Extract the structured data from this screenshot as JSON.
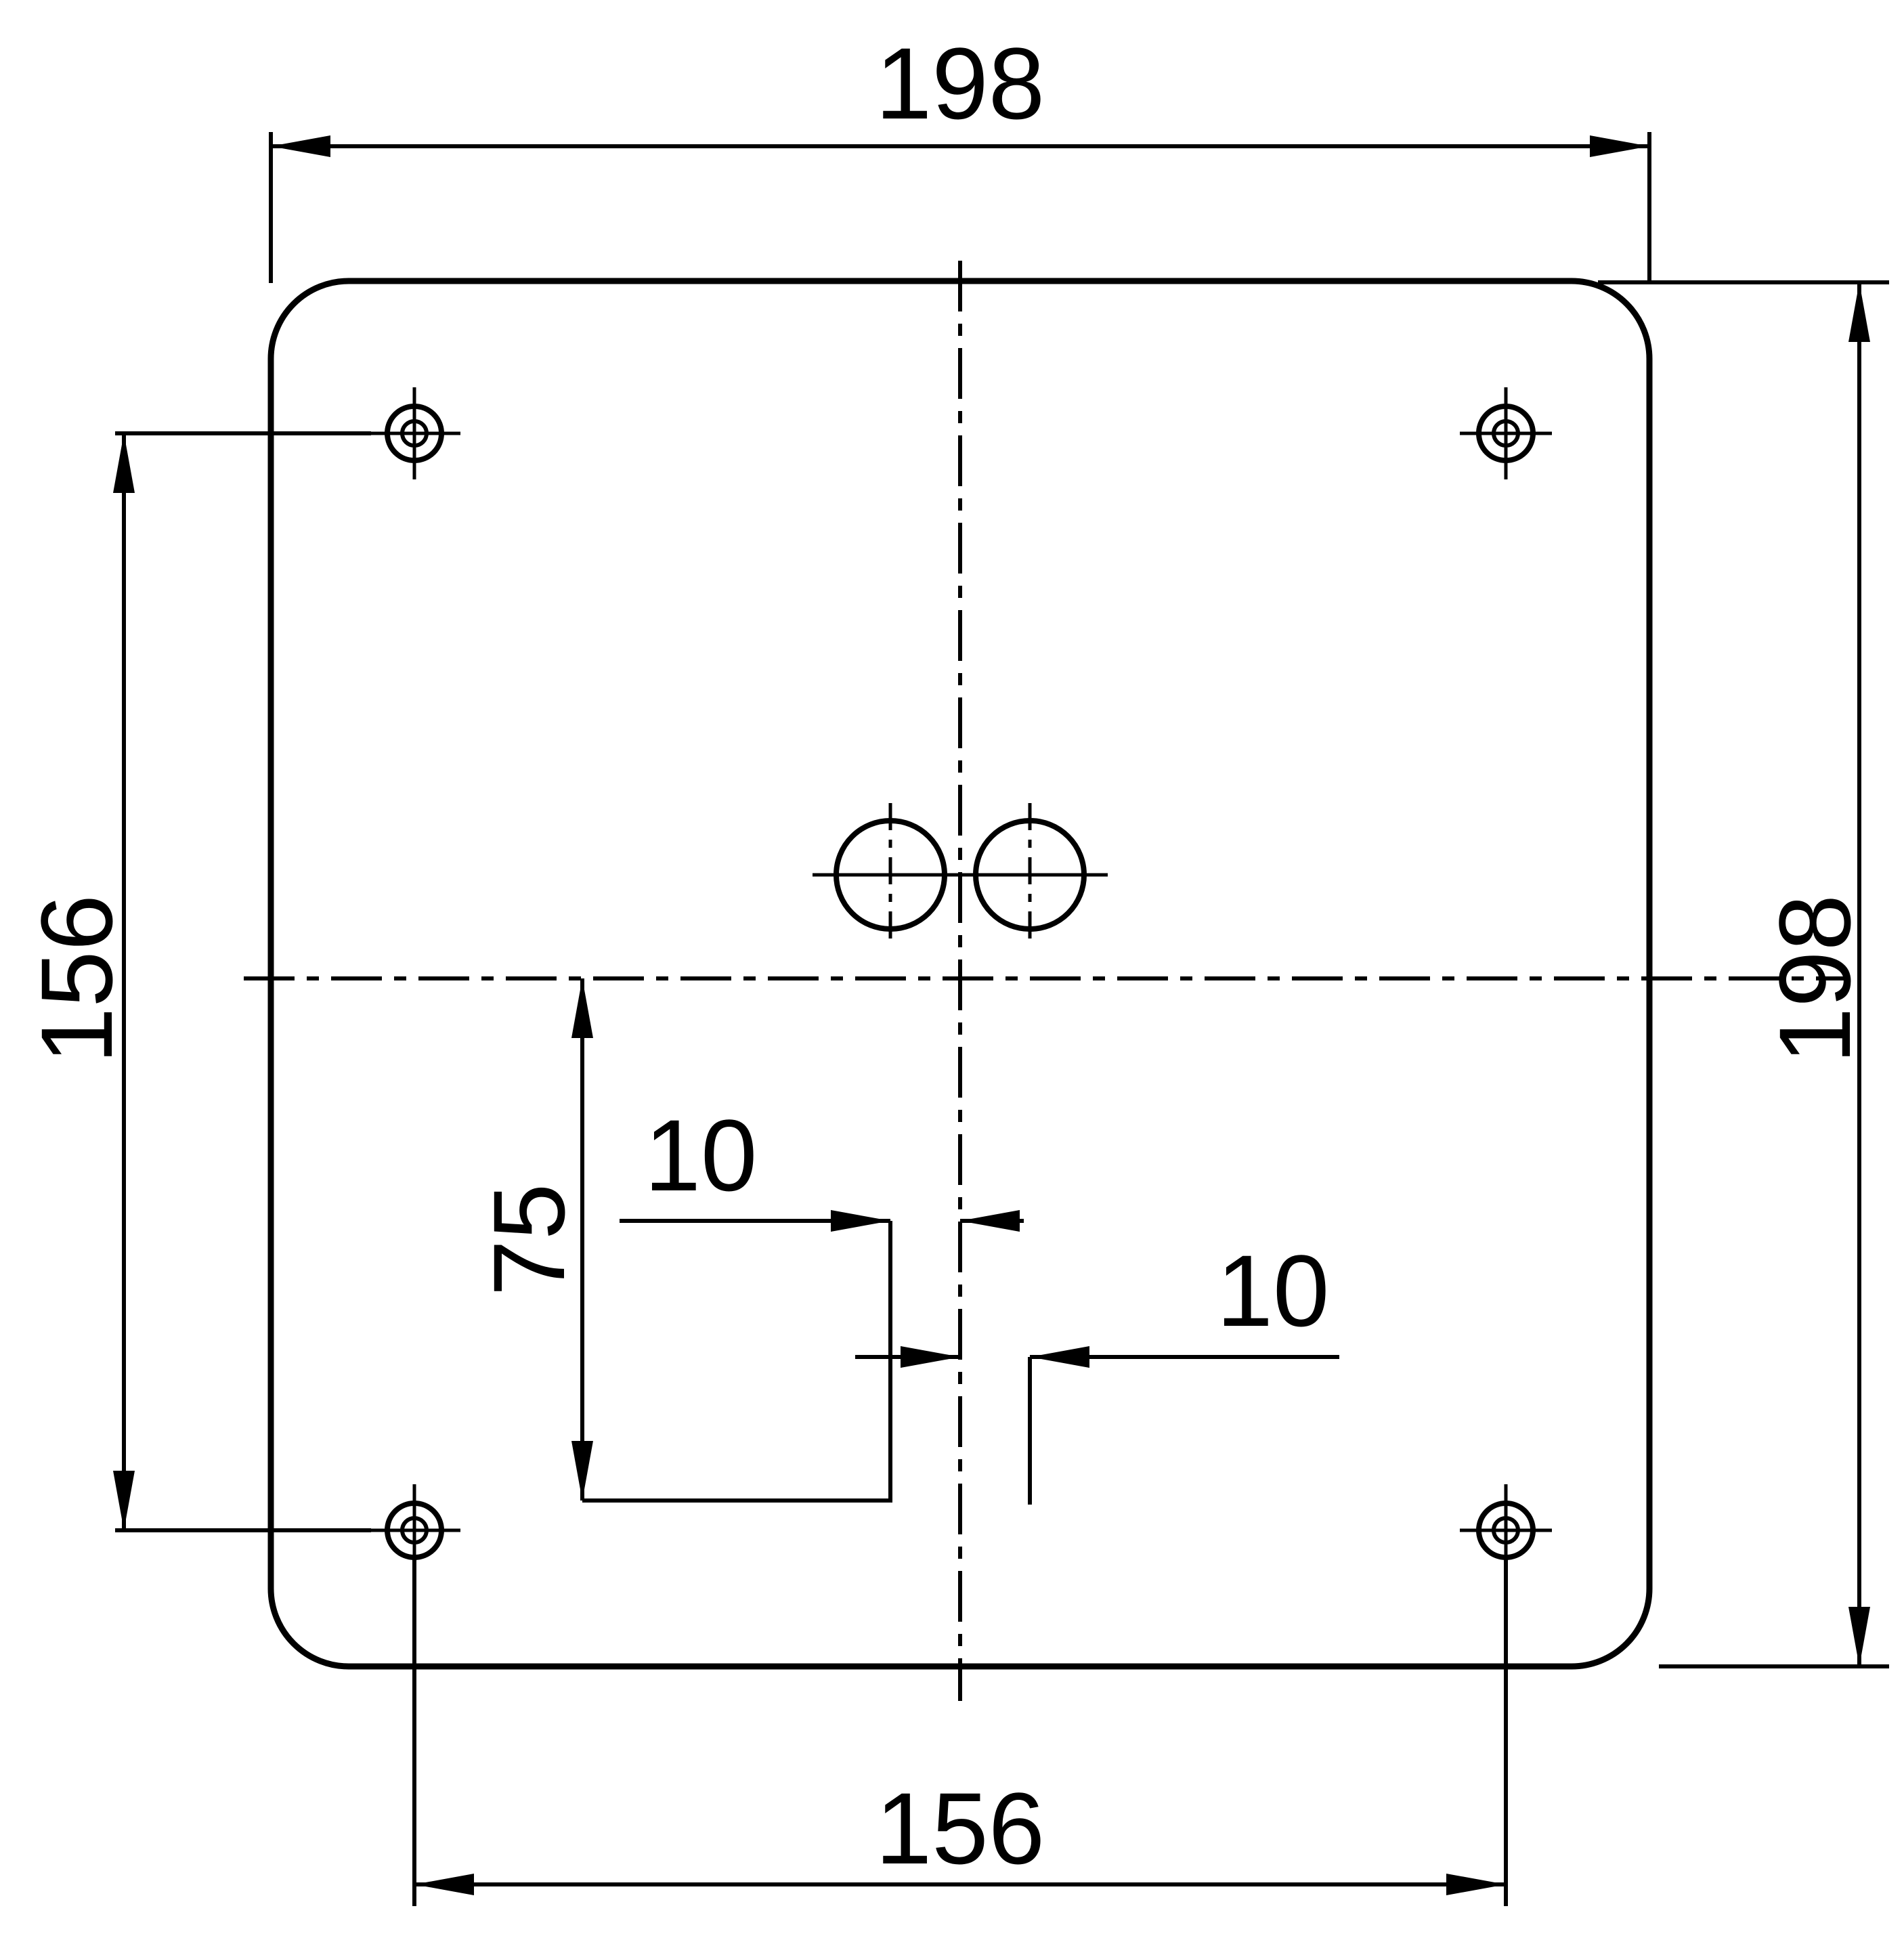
{
  "page": {
    "background": "#ffffff",
    "line_color": "#000000"
  },
  "drawing": {
    "type": "technical-dimension-drawing",
    "part": "square plate with rounded corners, four corner mounting holes and two centre holes",
    "dimensions": {
      "top_width": {
        "value": "198"
      },
      "right_height": {
        "value": "198"
      },
      "left_hole_spacing": {
        "value": "156"
      },
      "bottom_hole_spacing": {
        "value": "156"
      },
      "centre_offset_vertical": {
        "value": "75"
      },
      "hole_offset_left": {
        "value": "10"
      },
      "hole_offset_right": {
        "value": "10"
      }
    }
  }
}
